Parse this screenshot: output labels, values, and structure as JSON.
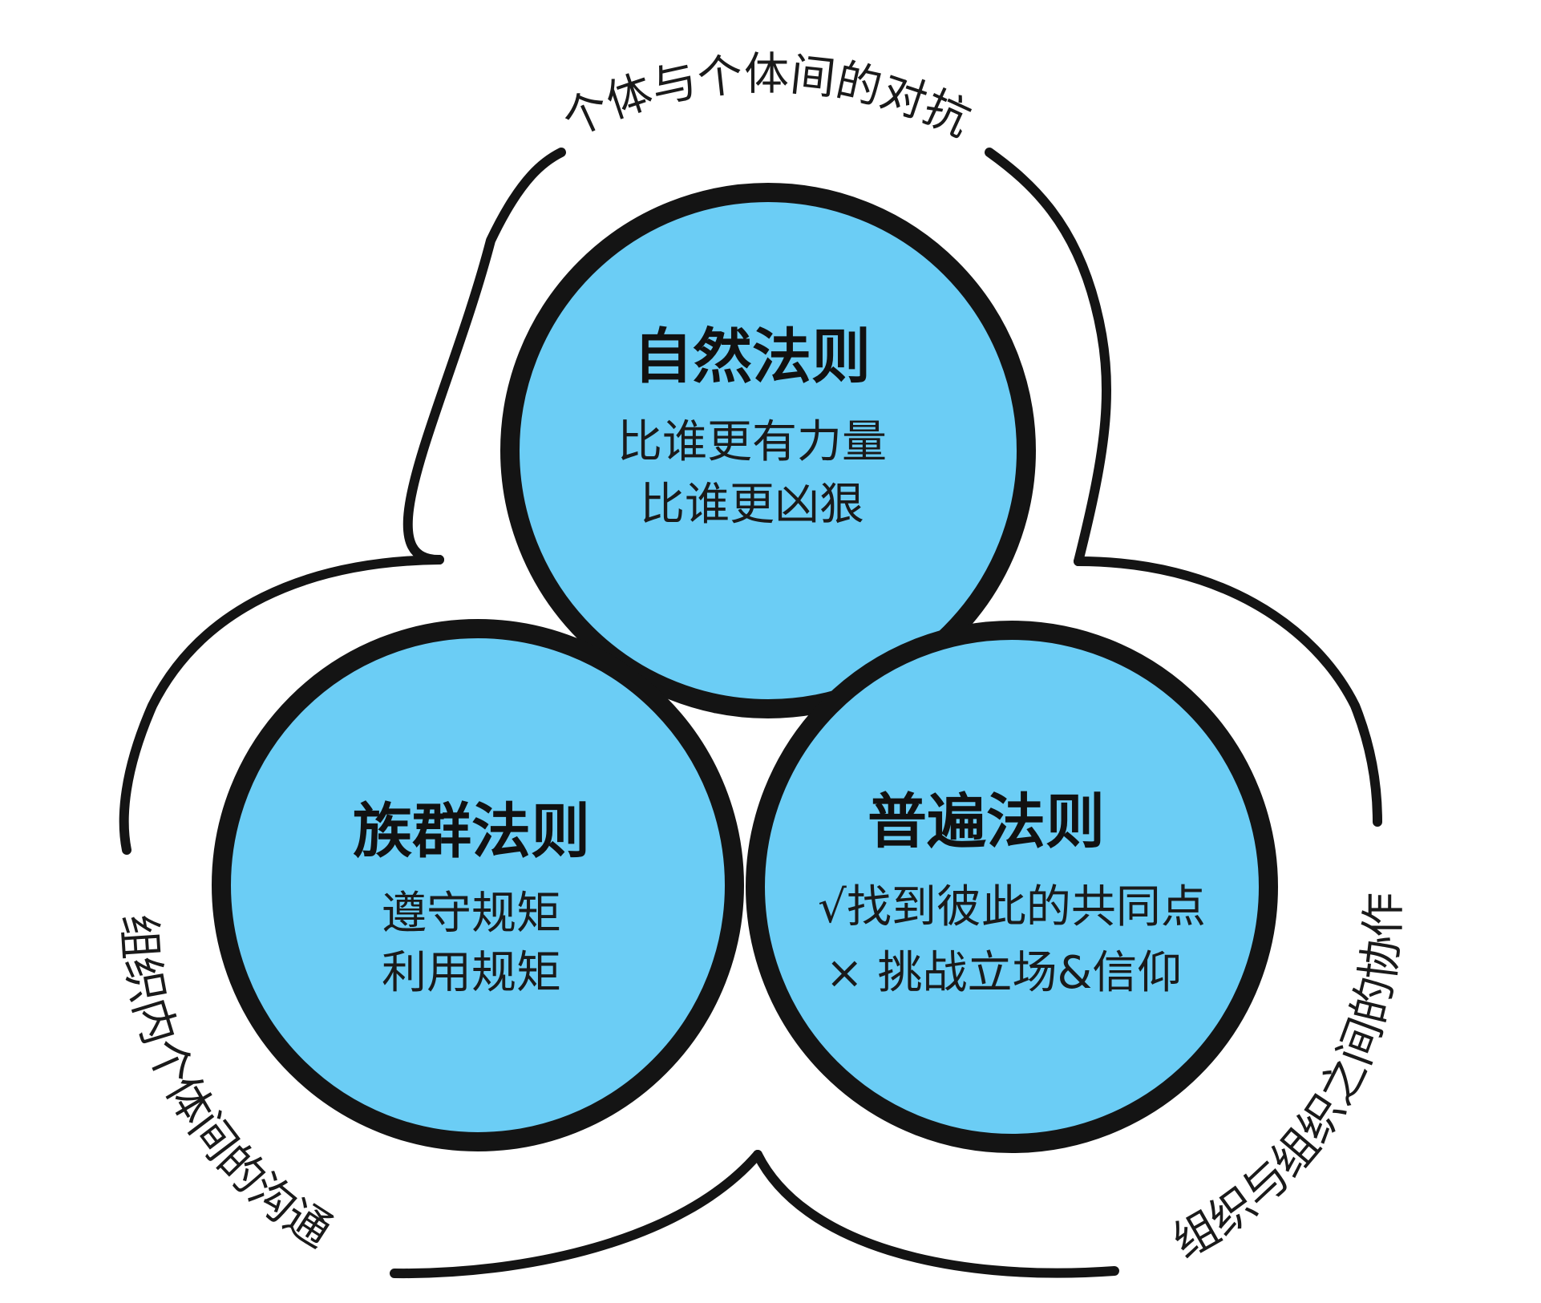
{
  "colors": {
    "circle_fill": "#6bcdf5",
    "circle_stroke": "#141414",
    "outline": "#141414",
    "text": "#1a1a1a"
  },
  "circles": [
    {
      "key": "natural",
      "title": "自然法则",
      "lines": [
        "比谁更有力量",
        "比谁更凶狠"
      ]
    },
    {
      "key": "tribal",
      "title": "族群法则",
      "lines": [
        "遵守规矩",
        "利用规矩"
      ]
    },
    {
      "key": "universal",
      "title": "普遍法则",
      "lines": [
        "√找到彼此的共同点",
        "× 挑战立场&信仰"
      ]
    }
  ],
  "arc_labels": {
    "top": "个体与个体间的对抗",
    "left": "组织内个体间的沟通",
    "right": "组织与组织之间的协作"
  }
}
